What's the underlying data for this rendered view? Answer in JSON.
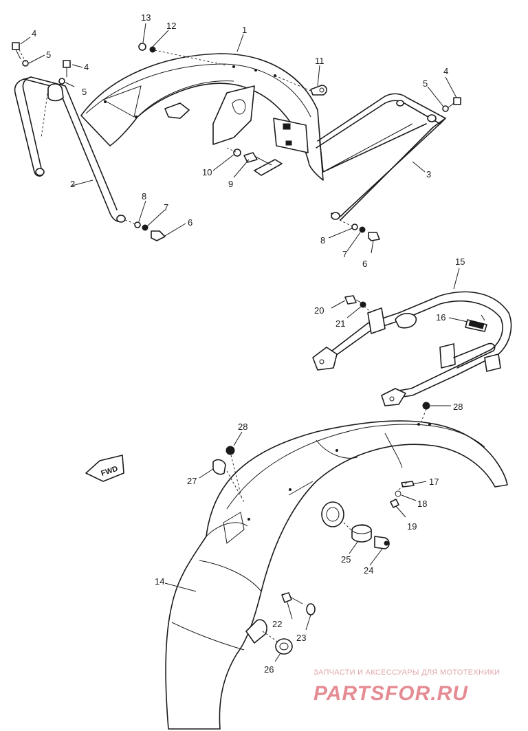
{
  "callouts": {
    "c1": "1",
    "c2": "2",
    "c3": "3",
    "c4a": "4",
    "c4b": "4",
    "c4c": "4",
    "c5a": "5",
    "c5b": "5",
    "c5c": "5",
    "c6a": "6",
    "c6b": "6",
    "c7a": "7",
    "c7b": "7",
    "c8a": "8",
    "c8b": "8",
    "c9": "9",
    "c10": "10",
    "c11": "11",
    "c12": "12",
    "c13": "13",
    "c14": "14",
    "c15": "15",
    "c16": "16",
    "c17": "17",
    "c18": "18",
    "c19": "19",
    "c20": "20",
    "c21": "21",
    "c22": "22",
    "c23": "23",
    "c24": "24",
    "c25": "25",
    "c26": "26",
    "c27": "27",
    "c28a": "28",
    "c28b": "28"
  },
  "fwd_label": "FWD",
  "watermark": {
    "tagline": "ЗАПЧАСТИ И АКСЕССУАРЫ ДЛЯ МОТОТЕХНИКИ",
    "logo": "PARTSFOR.RU"
  }
}
